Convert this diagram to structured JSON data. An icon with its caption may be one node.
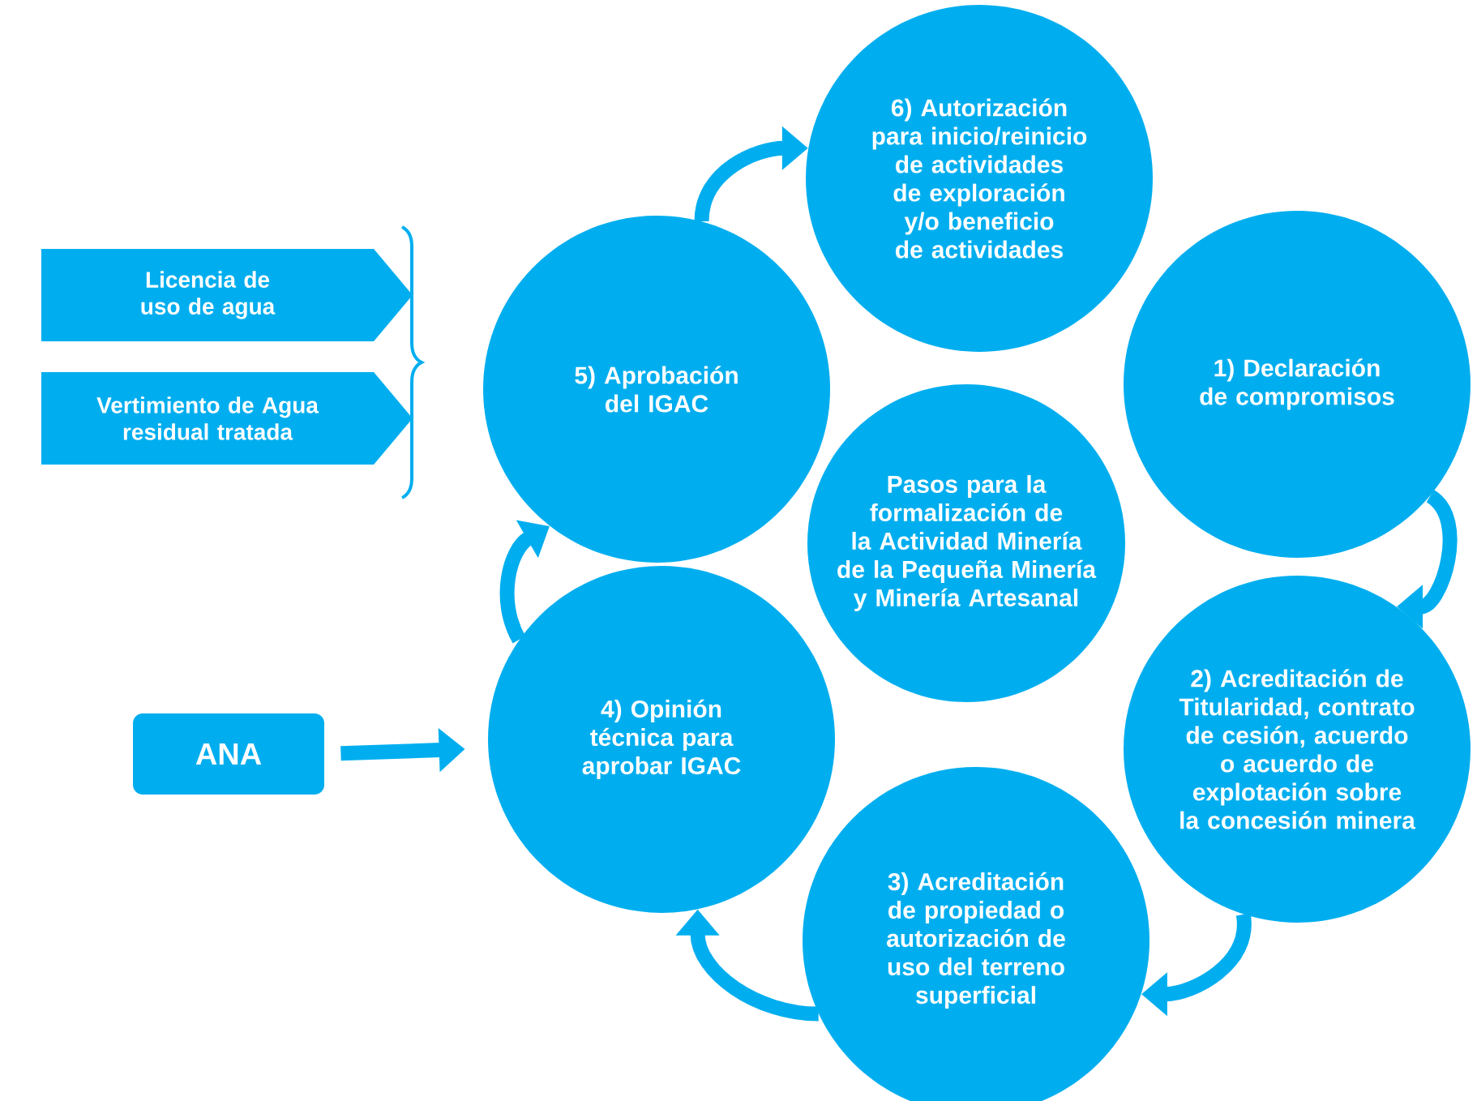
{
  "diagram": {
    "nodes": [
      {
        "text": [
          "6) Autorización para inicio/reinicio de actividades de exploración y/o beneficio de actividades"
        ]
      },
      {
        "text": [
          "Licencia de uso de agua"
        ]
      },
      {
        "text": [
          "Vertimiento de Agua residual tratada"
        ]
      },
      {
        "text": [
          "5) Aprobación del IGAC"
        ]
      },
      {
        "text": [
          "1) Declaración de compromisos"
        ]
      },
      {
        "text": [
          "Pasos para la formalización de la Actividad Minería de la Pequeña Minería y Minería Artesanal"
        ]
      },
      {
        "text": [
          "2) Acreditación de Titularidad, contrato de cesión, acuerdo o acuerdo de explotación sobre la concesión minera"
        ]
      },
      {
        "text": [
          "ANA"
        ]
      },
      {
        "text": [
          "4) Opinión técnica para aprobar IGAC"
        ]
      },
      {
        "text": [
          "3) Acreditación de propiedad o autorización de uso del terreno superficial"
        ]
      }
    ],
    "edges": [
      {
        "from": 4,
        "to": 6,
        "arrow": "to"
      },
      {
        "from": 6,
        "to": 9,
        "arrow": "to"
      },
      {
        "from": 9,
        "to": 8,
        "arrow": "to"
      },
      {
        "from": 8,
        "to": 3,
        "arrow": "to"
      },
      {
        "from": 3,
        "to": 0,
        "arrow": "to"
      },
      {
        "from": 7,
        "to": 8,
        "arrow": "to"
      }
    ]
  }
}
